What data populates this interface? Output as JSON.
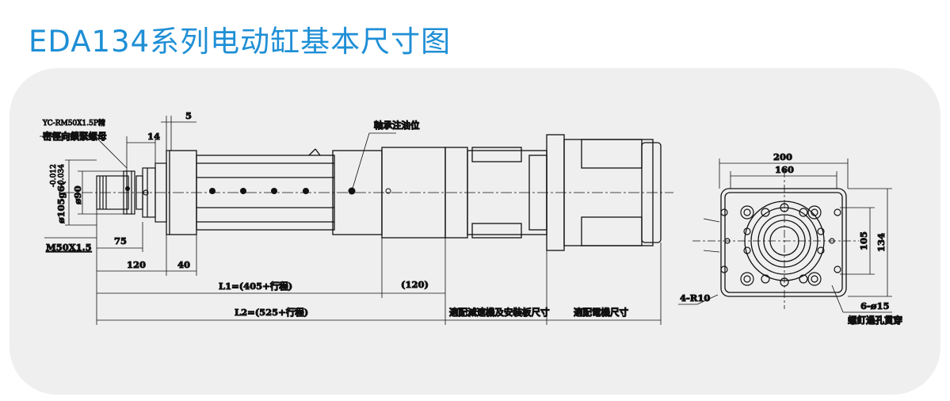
{
  "title": "EDA134系列电动缸基本尺寸图",
  "colors": {
    "title": "#1f8fd6",
    "panel": "#efefef",
    "line": "#111111"
  },
  "labels": {
    "dim_5": "5",
    "dim_14": "14",
    "nut_line1": "YC-RM50X1.5P精",
    "nut_line2": "密徑向鎖緊螺母",
    "grease": "軸承注油位",
    "phi105": "ø105g6(-0.012 / -0.034)",
    "phi105_main": "ø105g6(",
    "phi105_tol_up": "-0.012",
    "phi105_tol_dn": "-0.034",
    "phi90": "ø90",
    "thread": "M50X1.5",
    "dim_75": "75",
    "dim_120a": "120",
    "dim_40": "40",
    "L1": "L1=(405+行程)",
    "dim_120b": "(120)",
    "L2": "L2=(525+行程)",
    "reducer": "適配減速機及安裝板尺寸",
    "motor": "適配電機尺寸",
    "dim_200": "200",
    "dim_160": "160",
    "dim_105": "105",
    "dim_134": "134",
    "r10": "4-R10",
    "holes": "6-ø15",
    "holes_note": "螺釘過孔貫穿"
  }
}
